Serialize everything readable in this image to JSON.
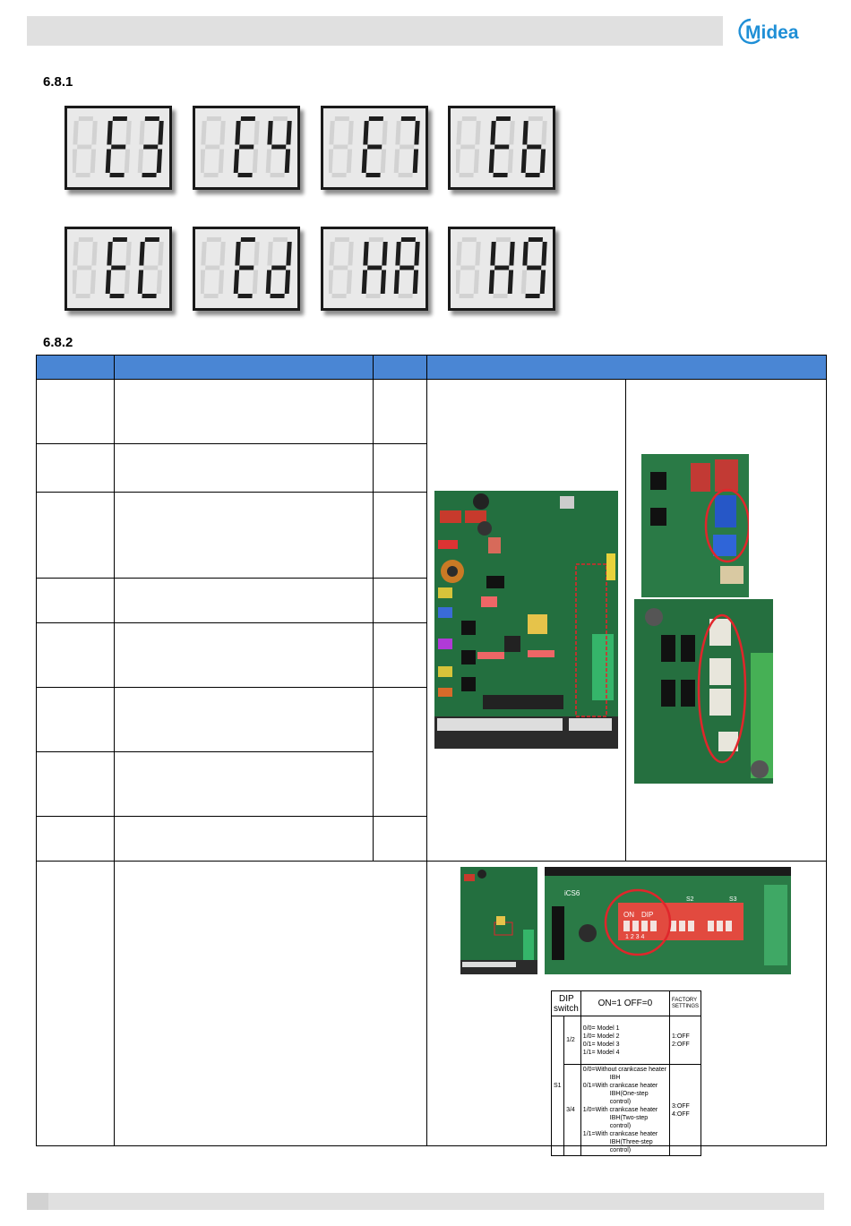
{
  "header": {
    "brand": "Midea",
    "brand_color": "#1f8fd6"
  },
  "sections": {
    "s1": "6.8.1",
    "s2": "6.8.2"
  },
  "error_codes": {
    "row1": [
      "E3",
      "E4",
      "E7",
      "Eb"
    ],
    "row2": [
      "EC",
      "Ed",
      "HA",
      "H9"
    ]
  },
  "table": {
    "header_color": "#4a86d4",
    "rows": 9
  },
  "dip_table": {
    "header": {
      "dip": "DIP",
      "switch": "switch",
      "on_off": "ON=1   OFF=0",
      "factory": "FACTORY",
      "settings": "SETTINGS"
    },
    "s1_label": "S1",
    "group1": {
      "label": "1/2",
      "lines": [
        "0/0= Model 1",
        "1/0= Model 2",
        "0/1= Model 3",
        "1/1= Model 4"
      ],
      "factory": [
        "1:OFF",
        "2:OFF"
      ]
    },
    "group2": {
      "label": "3/4",
      "lines": [
        "0/0=Without crankcase heater",
        "IBH",
        "0/1=With crankcase heater",
        "IBH(One-step control)",
        "1/0=With crankcase heater",
        "IBH(Two-step control)",
        "1/1=With crankcase heater",
        "IBH(Three-step control)"
      ],
      "factory": [
        "3:OFF",
        "4:OFF"
      ]
    }
  },
  "photo_labels": {
    "dip_on": "ON",
    "dip_dip": "DIP",
    "dip_nums": "1 2 3 4",
    "chip": "iCS6",
    "s2": "S2",
    "s3": "S3"
  }
}
